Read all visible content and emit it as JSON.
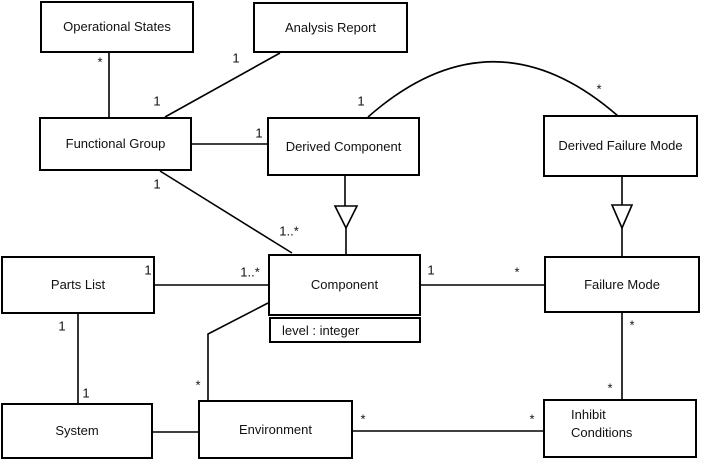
{
  "diagram": {
    "classes": {
      "operational_states": "Operational States",
      "analysis_report": "Analysis Report",
      "functional_group": "Functional Group",
      "derived_component": "Derived Component",
      "derived_failure_mode": "Derived Failure Mode",
      "parts_list": "Parts List",
      "component": "Component",
      "component_attribute": "level : integer",
      "failure_mode": "Failure Mode",
      "system": "System",
      "environment": "Environment",
      "inhibit_conditions": "Inhibit\nConditions"
    },
    "multiplicities": {
      "operational_states_end": "*",
      "functional_group_top": "1",
      "analysis_report_end": "1",
      "derived_component_left": "1",
      "arc_derived_component_end": "1",
      "arc_derived_failure_mode_end": "*",
      "functional_group_bottom": "1",
      "component_diagonal_end": "1..*",
      "parts_list_component_end": "1..*",
      "parts_list_right": "1",
      "component_right": "1",
      "failure_mode_left": "*",
      "parts_list_bottom": "1",
      "system_top": "1",
      "failure_mode_bottom": "*",
      "inhibit_conditions_top": "*",
      "environment_top": "*",
      "environment_right": "*",
      "inhibit_conditions_left": "*"
    },
    "colors": {
      "line": "#000000",
      "background": "#ffffff",
      "text": "#111111"
    }
  }
}
